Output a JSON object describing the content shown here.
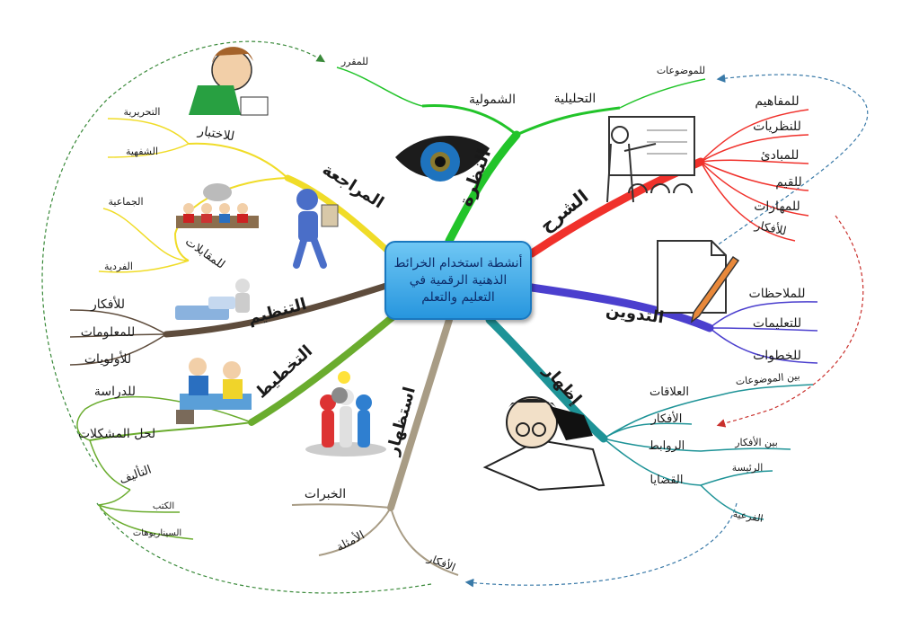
{
  "center": "أنشطة استخدام الخرائط الذهنية الرقمية في التعليم والتعلم",
  "branches": {
    "nazra": {
      "label": "النظرة",
      "color": "#22c42a",
      "subs": {
        "shumuliya": "الشمولية",
        "lilmuqarrar": "للمقرر",
        "tahliliya": "التحليلية",
        "lilmawdu3at": "للموضوعات"
      }
    },
    "sharh": {
      "label": "الشرح",
      "color": "#f0312b",
      "subs": [
        "للمفاهيم",
        "للنظريات",
        "للمبادئ",
        "للقيم",
        "للمهارات",
        "للأفكار"
      ]
    },
    "tadwin": {
      "label": "التدوين",
      "color": "#4b3fce",
      "subs": [
        "للملاحظات",
        "للتعليمات",
        "للخطوات"
      ]
    },
    "izhar": {
      "label": "إظهار",
      "color": "#1e9397",
      "subs": {
        "baynmawdu3at": "بين الموضوعات",
        "alaqat": "العلاقات",
        "afkar": "الأفكار",
        "rawabit": "الروابط",
        "baynafkar": "بين الأفكار",
        "qadaya": "القضايا",
        "raisiya": "الرئيسة",
        "far3iya": "الفرعية"
      }
    },
    "istizhar": {
      "label": "استظهار",
      "color": "#a89c85",
      "subs": {
        "khibrat": "الخبرات",
        "amthila": "الأمثلة",
        "afkar": "الأفكار"
      }
    },
    "takhtit": {
      "label": "التخطيط",
      "color": "#6aac2e",
      "subs": {
        "dirasa": "للدراسة",
        "mushkilat": "لحل المشكلات",
        "talif": "التأليف",
        "kutub": "الكتب",
        "sinariyohat": "السيناريوهات"
      }
    },
    "tanzim": {
      "label": "التنظيم",
      "color": "#5e4c3c",
      "subs": [
        "للأفكار",
        "للمعلومات",
        "للأولويات"
      ]
    },
    "muraja3a": {
      "label": "المراجعة",
      "color": "#f0dc28",
      "subs": {
        "ikhtibar": "للاختبار",
        "tahririya": "التحريرية",
        "shafahiya": "الشفهية",
        "muqabalat": "للمقابلات",
        "jama3iya": "الجماعية",
        "fardiya": "الفردية"
      }
    }
  }
}
